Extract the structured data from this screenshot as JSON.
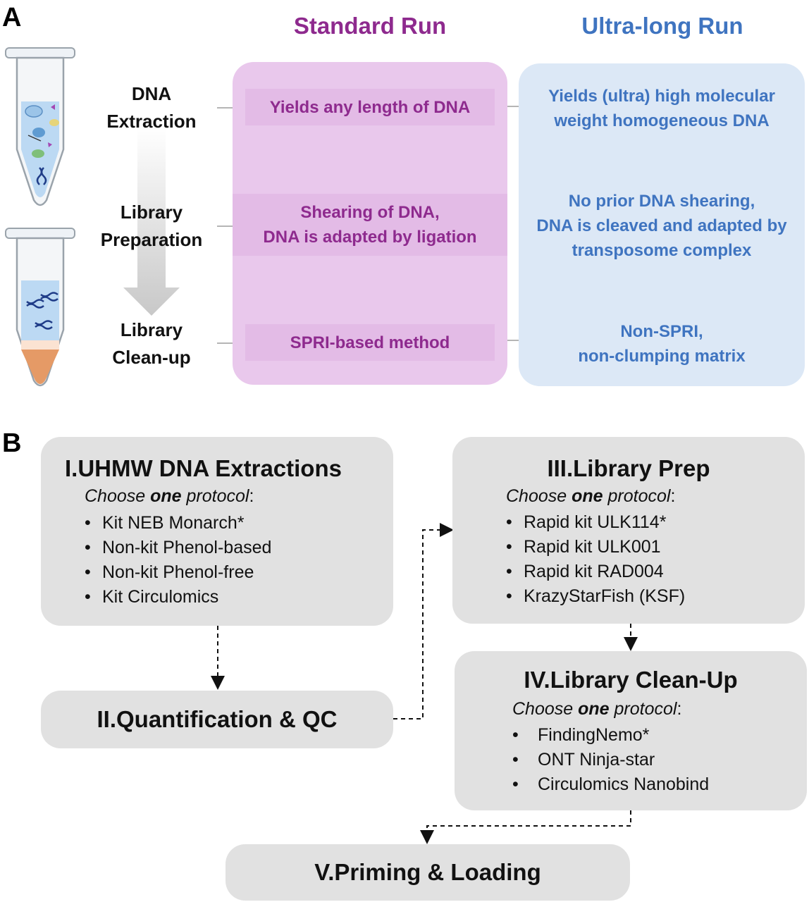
{
  "panel_a": {
    "label": "A",
    "columns": {
      "standard": "Standard Run",
      "ultra_long": "Ultra-long Run"
    },
    "steps": [
      {
        "line1": "DNA",
        "line2": "Extraction"
      },
      {
        "line1": "Library",
        "line2": "Preparation"
      },
      {
        "line1": "Library",
        "line2": "Clean-up"
      }
    ],
    "standard": [
      {
        "line1": "Yields any length of DNA",
        "line2": ""
      },
      {
        "line1": "Shearing of DNA,",
        "line2": "DNA is adapted by ligation"
      },
      {
        "line1": "SPRI-based method",
        "line2": ""
      }
    ],
    "ultra_long": [
      {
        "line1": "Yields (ultra) high molecular",
        "line2": "weight homogeneous DNA",
        "line3": ""
      },
      {
        "line1": "No prior DNA shearing,",
        "line2": "DNA is cleaved and adapted by",
        "line3": "transposome complex"
      },
      {
        "line1": "Non-SPRI,",
        "line2": "non-clumping matrix",
        "line3": ""
      }
    ],
    "colors": {
      "standard": "#8e2a8e",
      "ultra_long": "#3f74c0",
      "standard_bg": "#e9c8ec",
      "ultra_long_bg": "#dce8f6"
    },
    "icons": [
      "microcentrifuge-tube-lysate-icon",
      "microcentrifuge-tube-library-icon",
      "down-arrow-icon"
    ]
  },
  "panel_b": {
    "label": "B",
    "box1": {
      "num": "I.",
      "title": "UHMW DNA Extractions",
      "choose_pre": "Choose ",
      "choose_bold": "one",
      "choose_post": " protocol",
      "colon": ":",
      "items": [
        "Kit NEB Monarch*",
        "Non-kit Phenol-based",
        "Non-kit Phenol-free",
        "Kit Circulomics"
      ]
    },
    "box2": {
      "num": "II.",
      "title": "Quantification & QC"
    },
    "box3": {
      "num": "III.",
      "title": "Library Prep",
      "choose_pre": "Choose ",
      "choose_bold": "one",
      "choose_post": " protocol",
      "colon": ":",
      "items": [
        "Rapid kit ULK114*",
        "Rapid kit ULK001",
        "Rapid kit RAD004",
        "KrazyStarFish (KSF)"
      ]
    },
    "box4": {
      "num": "IV.",
      "title": "Library Clean-Up",
      "choose_pre": "Choose ",
      "choose_bold": "one",
      "choose_post": " protocol",
      "colon": ":",
      "items": [
        "FindingNemo*",
        "ONT Ninja-star",
        "Circulomics Nanobind"
      ]
    },
    "box5": {
      "num": "V.",
      "title": "Priming & Loading"
    },
    "bullet": "•",
    "colors": {
      "box_bg": "#e1e1e1",
      "arrow": "#111111"
    }
  }
}
